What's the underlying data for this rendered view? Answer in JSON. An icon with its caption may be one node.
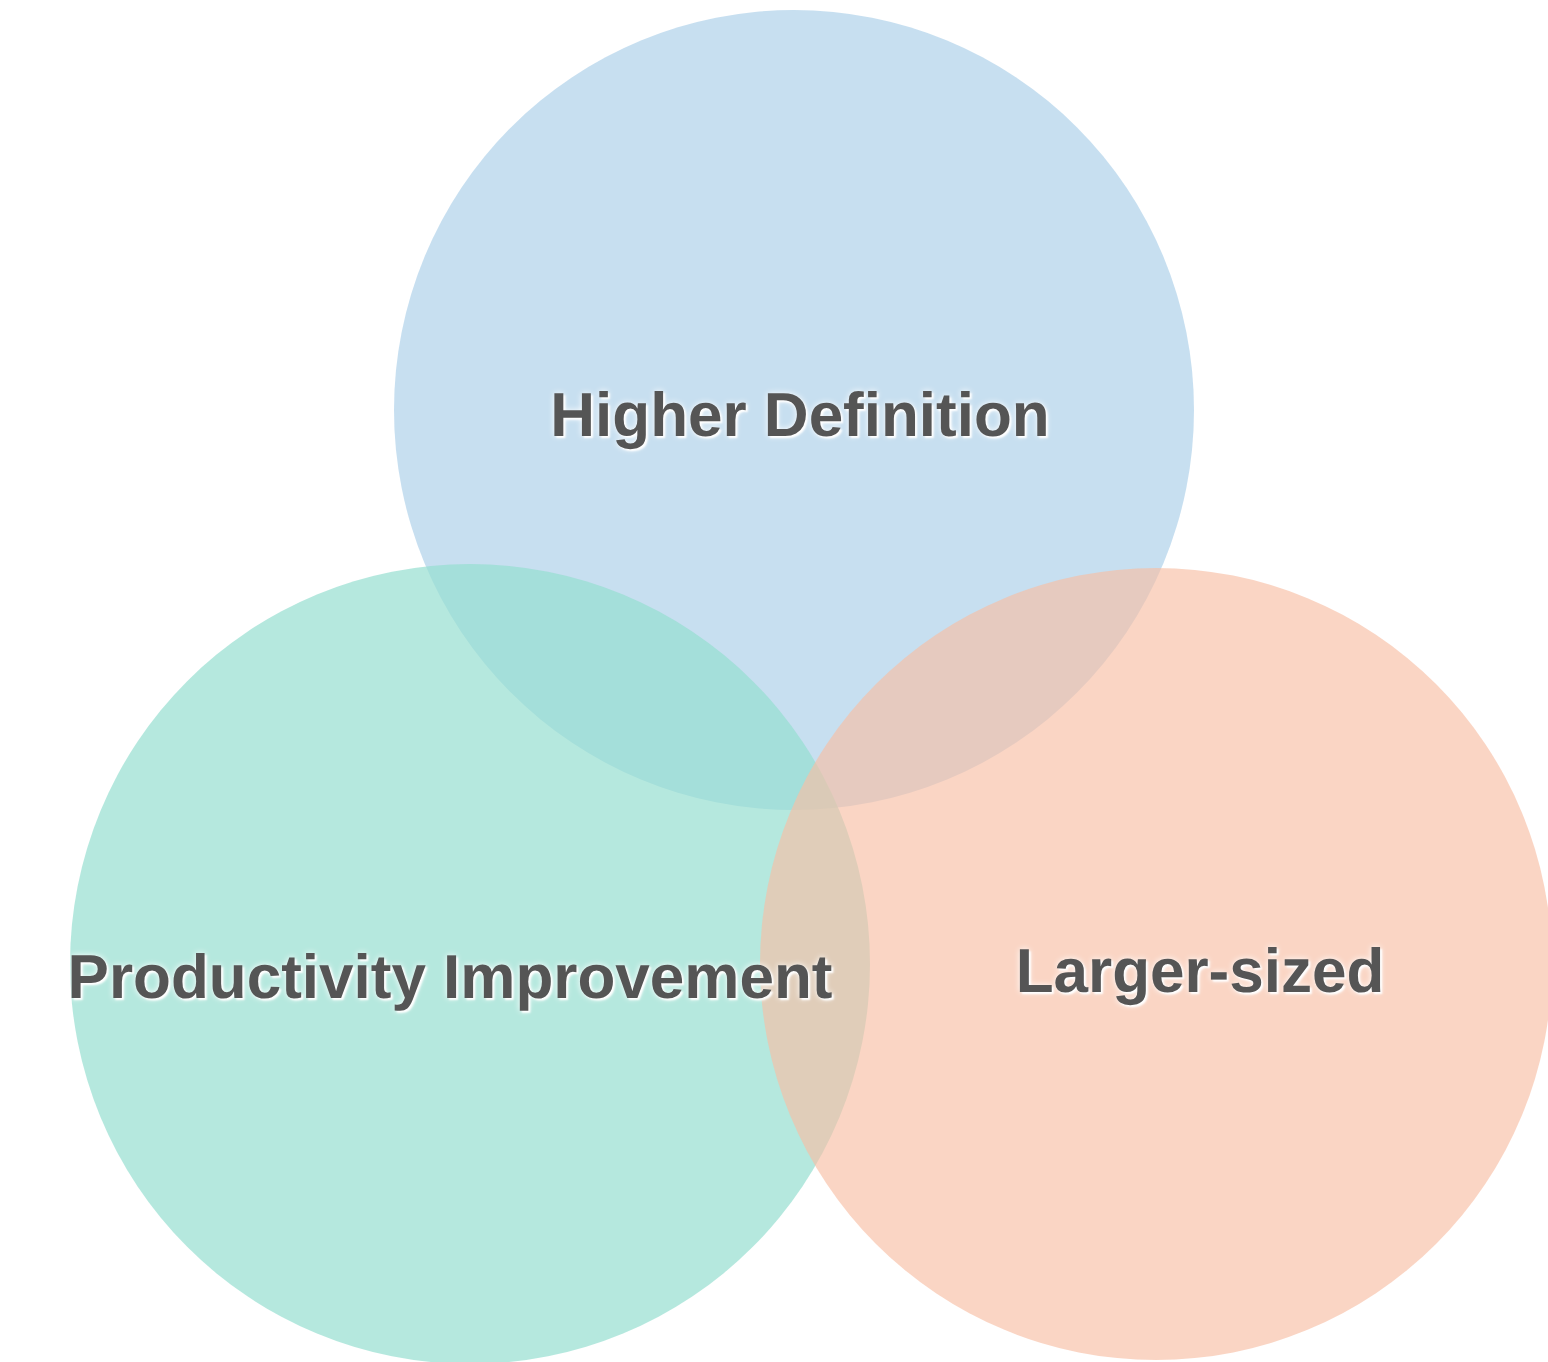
{
  "diagram": {
    "nodes": [
      {
        "text": [
          "Higher Definition"
        ]
      },
      {
        "text": [
          "Productivity Improvement"
        ]
      },
      {
        "text": [
          "Larger-sized"
        ]
      }
    ]
  }
}
